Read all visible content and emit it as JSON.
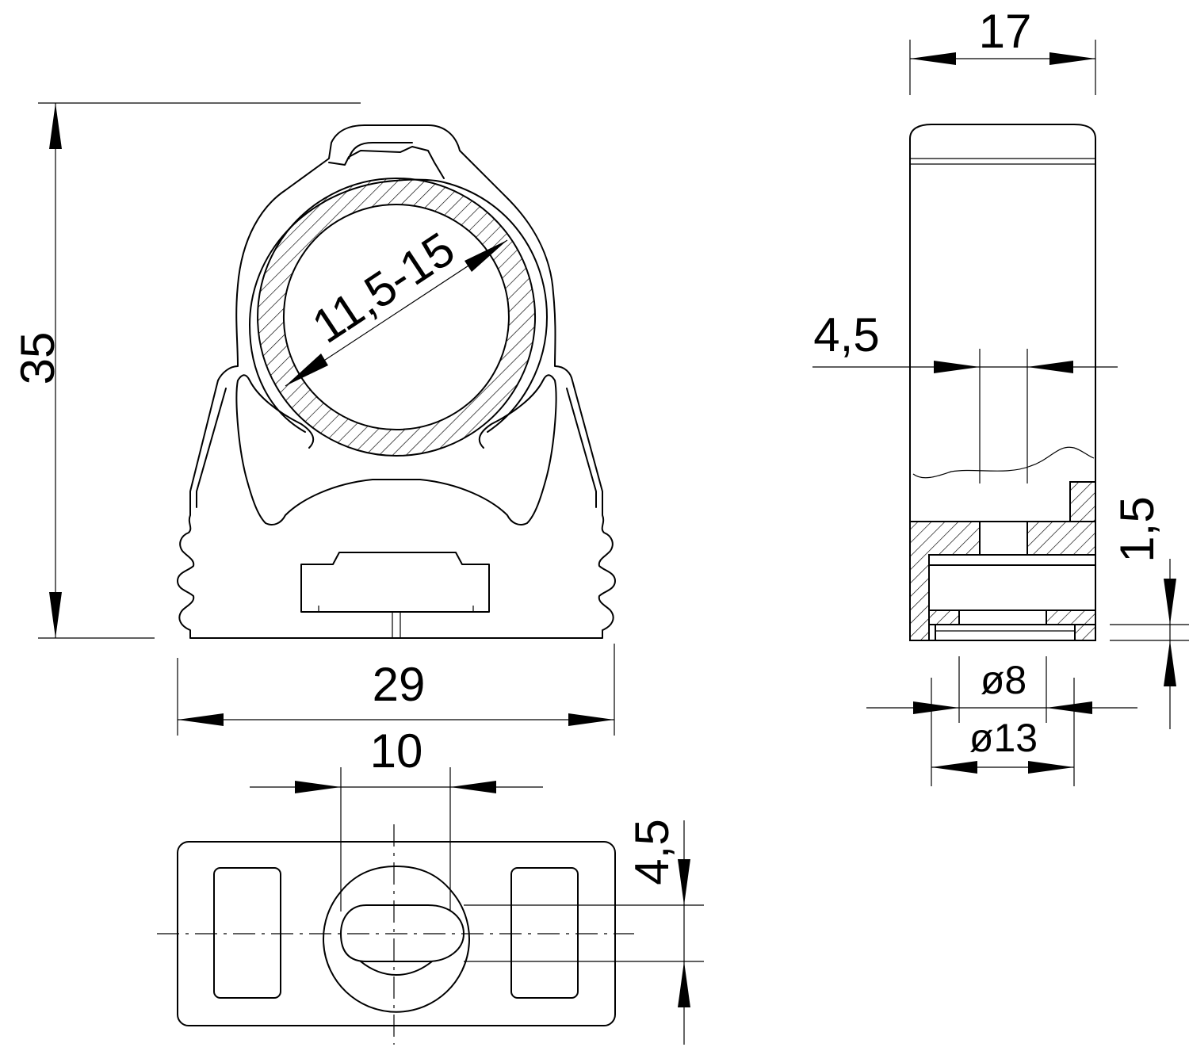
{
  "drawing": {
    "dimensions": {
      "overall_height": "35",
      "overall_width": "29",
      "tube_diameter_range": "11,5-15",
      "slot_spacing": "10",
      "base_slot_height": "4,5",
      "depth": "17",
      "pin_width": "4,5",
      "base_thickness": "1,5",
      "bore_small": "ø8",
      "bore_large": "ø13"
    }
  }
}
